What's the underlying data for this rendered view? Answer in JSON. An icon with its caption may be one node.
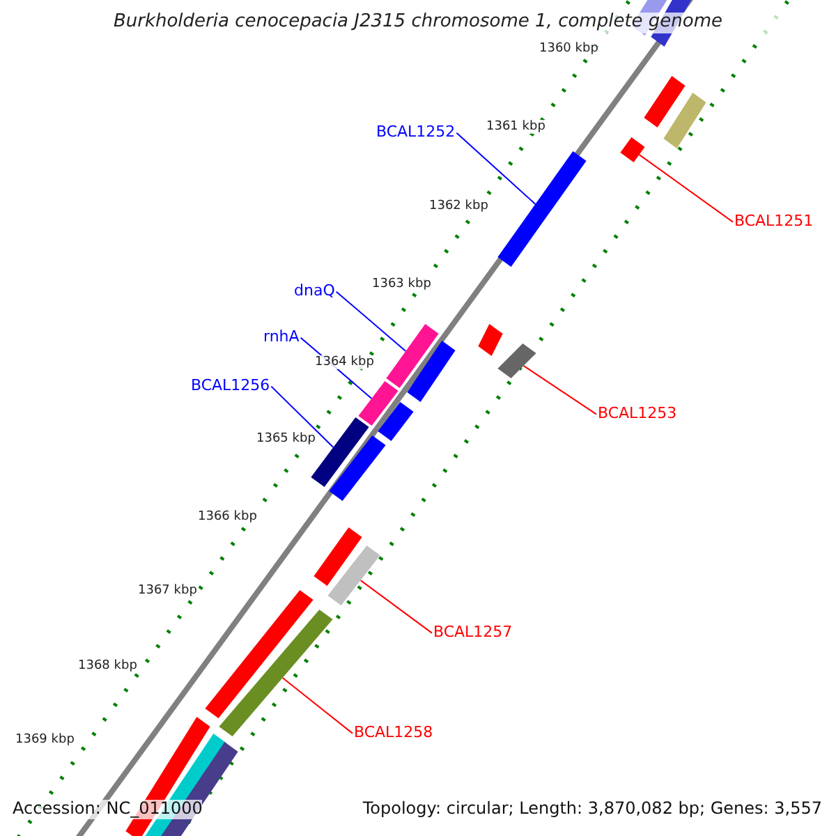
{
  "diagram": {
    "title": "Burkholderia cenocepacia J2315 chromosome 1, complete genome",
    "nodes": [
      {
        "text": [
          "BCAL1252"
        ]
      },
      {
        "text": [],
        "shape": "bar"
      },
      {
        "text": [
          "BCAL1251"
        ]
      },
      {
        "text": [],
        "shape": "bar"
      },
      {
        "text": [
          "dnaQ"
        ]
      },
      {
        "text": [],
        "shape": "bar"
      },
      {
        "text": [
          "rnhA"
        ]
      },
      {
        "text": [],
        "shape": "bar"
      },
      {
        "text": [
          "BCAL1256"
        ]
      },
      {
        "text": [],
        "shape": "bar"
      },
      {
        "text": [
          "BCAL1253"
        ]
      },
      {
        "text": [],
        "shape": "bar"
      },
      {
        "text": [
          "BCAL1257"
        ]
      },
      {
        "text": [],
        "shape": "bar"
      },
      {
        "text": [
          "BCAL1258"
        ]
      },
      {
        "text": [],
        "shape": "bar"
      }
    ],
    "edges": [
      {
        "from": 0,
        "to": 1,
        "arrow": "none"
      },
      {
        "from": 2,
        "to": 3,
        "arrow": "none",
        "color": "#ff0000"
      },
      {
        "from": 4,
        "to": 5,
        "arrow": "none"
      },
      {
        "from": 6,
        "to": 7,
        "arrow": "none"
      },
      {
        "from": 8,
        "to": 9,
        "arrow": "none"
      },
      {
        "from": 10,
        "to": 11,
        "arrow": "none",
        "color": "#ff0000"
      },
      {
        "from": 12,
        "to": 13,
        "arrow": "none",
        "color": "#ff0000"
      },
      {
        "from": 14,
        "to": 15,
        "arrow": "none",
        "color": "#ff0000"
      }
    ],
    "labels": [
      "1360 kbp",
      "1361 kbp",
      "1362 kbp",
      "1363 kbp",
      "1364 kbp",
      "1365 kbp",
      "1366 kbp",
      "1367 kbp",
      "1368 kbp",
      "1369 kbp",
      "Accession: NC_011000",
      "Topology: circular; Length: 3,870,082 bp; Genes: 3,557"
    ]
  }
}
